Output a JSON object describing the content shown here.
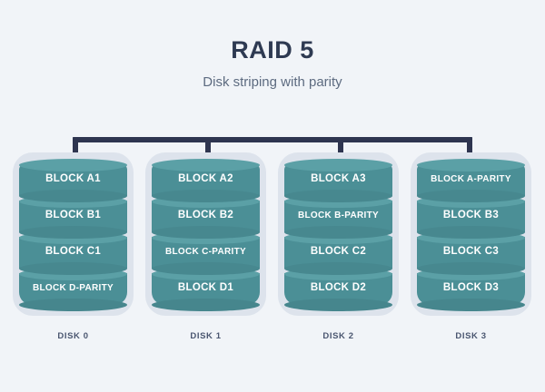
{
  "header": {
    "title": "RAID 5",
    "subtitle": "Disk striping with parity"
  },
  "colors": {
    "background": "#f1f4f8",
    "title": "#2e3a52",
    "subtitle": "#5d6b80",
    "bus": "#2e3550",
    "disk_shell": "#dde3ec",
    "platter_body": "#4b8f96",
    "platter_top": "#5ba0a6",
    "platter_bottom": "#47888f",
    "platter_label": "#ffffff",
    "caption": "#4a5670"
  },
  "diagram": {
    "type": "raid-5-disk-layout",
    "disks": [
      {
        "caption": "DISK 0",
        "blocks": [
          {
            "label": "BLOCK A1",
            "parity": false
          },
          {
            "label": "BLOCK B1",
            "parity": false
          },
          {
            "label": "BLOCK C1",
            "parity": false
          },
          {
            "label": "BLOCK D-PARITY",
            "parity": true
          }
        ]
      },
      {
        "caption": "DISK 1",
        "blocks": [
          {
            "label": "BLOCK A2",
            "parity": false
          },
          {
            "label": "BLOCK B2",
            "parity": false
          },
          {
            "label": "BLOCK C-PARITY",
            "parity": true
          },
          {
            "label": "BLOCK D1",
            "parity": false
          }
        ]
      },
      {
        "caption": "DISK 2",
        "blocks": [
          {
            "label": "BLOCK A3",
            "parity": false
          },
          {
            "label": "BLOCK B-PARITY",
            "parity": true
          },
          {
            "label": "BLOCK C2",
            "parity": false
          },
          {
            "label": "BLOCK D2",
            "parity": false
          }
        ]
      },
      {
        "caption": "DISK 3",
        "blocks": [
          {
            "label": "BLOCK A-PARITY",
            "parity": true
          },
          {
            "label": "BLOCK B3",
            "parity": false
          },
          {
            "label": "BLOCK C3",
            "parity": false
          },
          {
            "label": "BLOCK D3",
            "parity": false
          }
        ]
      }
    ]
  }
}
